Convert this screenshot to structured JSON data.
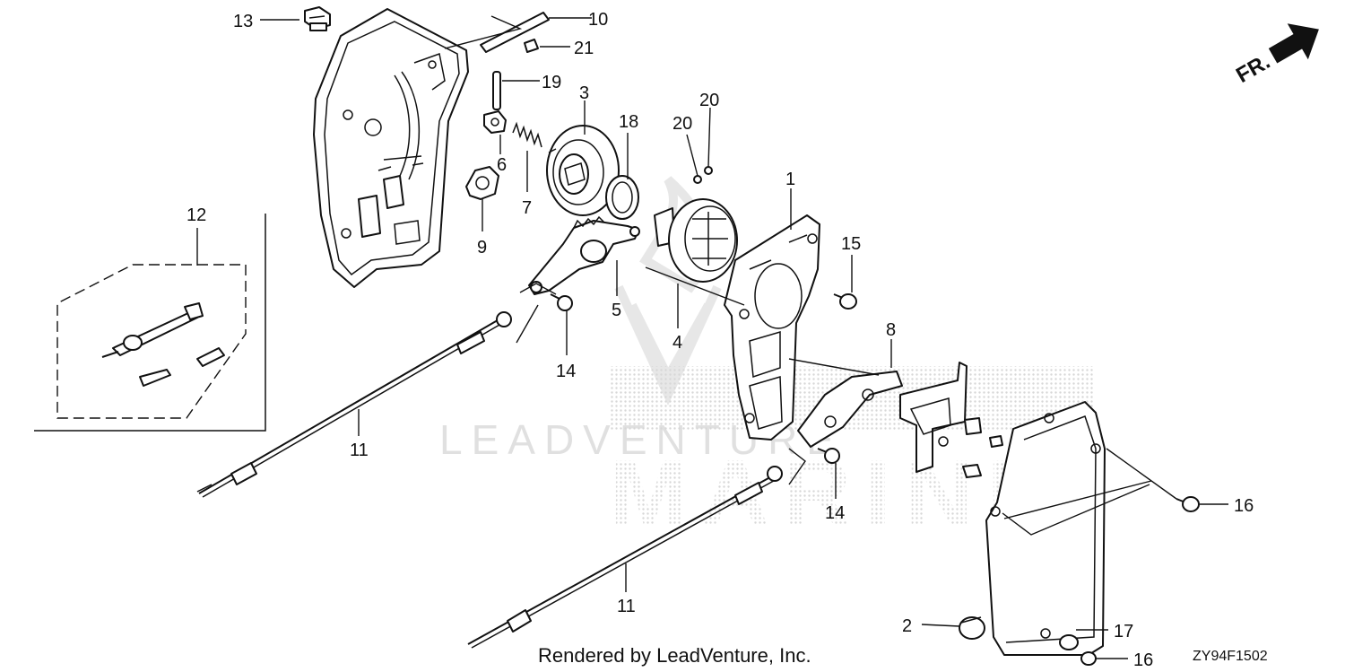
{
  "diagram": {
    "orientation_label": "FR.",
    "footer_text": "Rendered by LeadVenture, Inc.",
    "diagram_code": "ZY94F1502",
    "watermark": {
      "line1": "LEADVENTURE",
      "line2": "MARINE"
    },
    "colors": {
      "line": "#111111",
      "watermark": "#cfcfcf"
    },
    "callouts": [
      {
        "id": "c13",
        "text": "13"
      },
      {
        "id": "c10",
        "text": "10"
      },
      {
        "id": "c21",
        "text": "21"
      },
      {
        "id": "c19",
        "text": "19"
      },
      {
        "id": "c3",
        "text": "3"
      },
      {
        "id": "c18",
        "text": "18"
      },
      {
        "id": "c20a",
        "text": "20"
      },
      {
        "id": "c20b",
        "text": "20"
      },
      {
        "id": "c6",
        "text": "6"
      },
      {
        "id": "c7",
        "text": "7"
      },
      {
        "id": "c9",
        "text": "9"
      },
      {
        "id": "c12",
        "text": "12"
      },
      {
        "id": "c1",
        "text": "1"
      },
      {
        "id": "c15",
        "text": "15"
      },
      {
        "id": "c5",
        "text": "5"
      },
      {
        "id": "c4",
        "text": "4"
      },
      {
        "id": "c14a",
        "text": "14"
      },
      {
        "id": "c8",
        "text": "8"
      },
      {
        "id": "c11a",
        "text": "11"
      },
      {
        "id": "c14b",
        "text": "14"
      },
      {
        "id": "c16a",
        "text": "16"
      },
      {
        "id": "c11b",
        "text": "11"
      },
      {
        "id": "c2",
        "text": "2"
      },
      {
        "id": "c17",
        "text": "17"
      },
      {
        "id": "c16b",
        "text": "16"
      }
    ]
  }
}
